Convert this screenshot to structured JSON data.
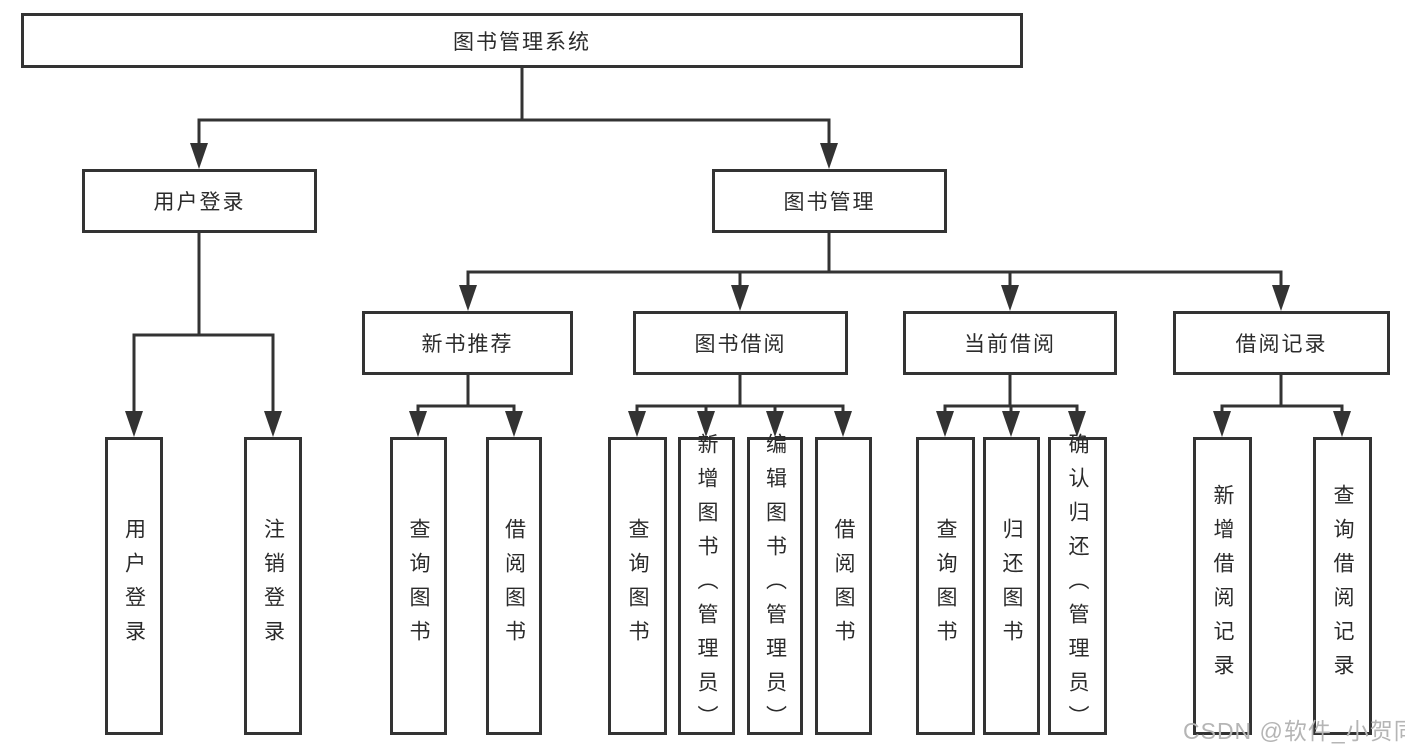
{
  "nodes": {
    "root": {
      "label": "图书管理系统"
    },
    "level2": [
      {
        "label": "用户登录"
      },
      {
        "label": "图书管理"
      }
    ],
    "level3": [
      {
        "label": "新书推荐"
      },
      {
        "label": "图书借阅"
      },
      {
        "label": "当前借阅"
      },
      {
        "label": "借阅记录"
      }
    ],
    "leaves": [
      {
        "label": "用户登录",
        "parent": "用户登录"
      },
      {
        "label": "注销登录",
        "parent": "用户登录"
      },
      {
        "label": "查询图书",
        "parent": "新书推荐"
      },
      {
        "label": "借阅图书",
        "parent": "新书推荐"
      },
      {
        "label": "查询图书",
        "parent": "图书借阅"
      },
      {
        "label": "新增图书（管理员）",
        "parent": "图书借阅"
      },
      {
        "label": "编辑图书（管理员）",
        "parent": "图书借阅"
      },
      {
        "label": "借阅图书",
        "parent": "图书借阅"
      },
      {
        "label": "查询图书",
        "parent": "当前借阅"
      },
      {
        "label": "归还图书",
        "parent": "当前借阅"
      },
      {
        "label": "确认归还（管理员）",
        "parent": "当前借阅"
      },
      {
        "label": "新增借阅记录",
        "parent": "借阅记录"
      },
      {
        "label": "查询借阅记录",
        "parent": "借阅记录"
      }
    ]
  },
  "hierarchy": {
    "图书管理系统": [
      "用户登录",
      "图书管理"
    ],
    "用户登录": [
      "用户登录",
      "注销登录"
    ],
    "图书管理": [
      "新书推荐",
      "图书借阅",
      "当前借阅",
      "借阅记录"
    ],
    "新书推荐": [
      "查询图书",
      "借阅图书"
    ],
    "图书借阅": [
      "查询图书",
      "新增图书（管理员）",
      "编辑图书（管理员）",
      "借阅图书"
    ],
    "当前借阅": [
      "查询图书",
      "归还图书",
      "确认归还（管理员）"
    ],
    "借阅记录": [
      "新增借阅记录",
      "查询借阅记录"
    ]
  },
  "watermark": {
    "text": "CSDN @软件_小贺同学"
  },
  "colors": {
    "line": "#333333",
    "text": "#2b2b2b",
    "watermark": "#b5b5b5",
    "background": "#ffffff"
  }
}
